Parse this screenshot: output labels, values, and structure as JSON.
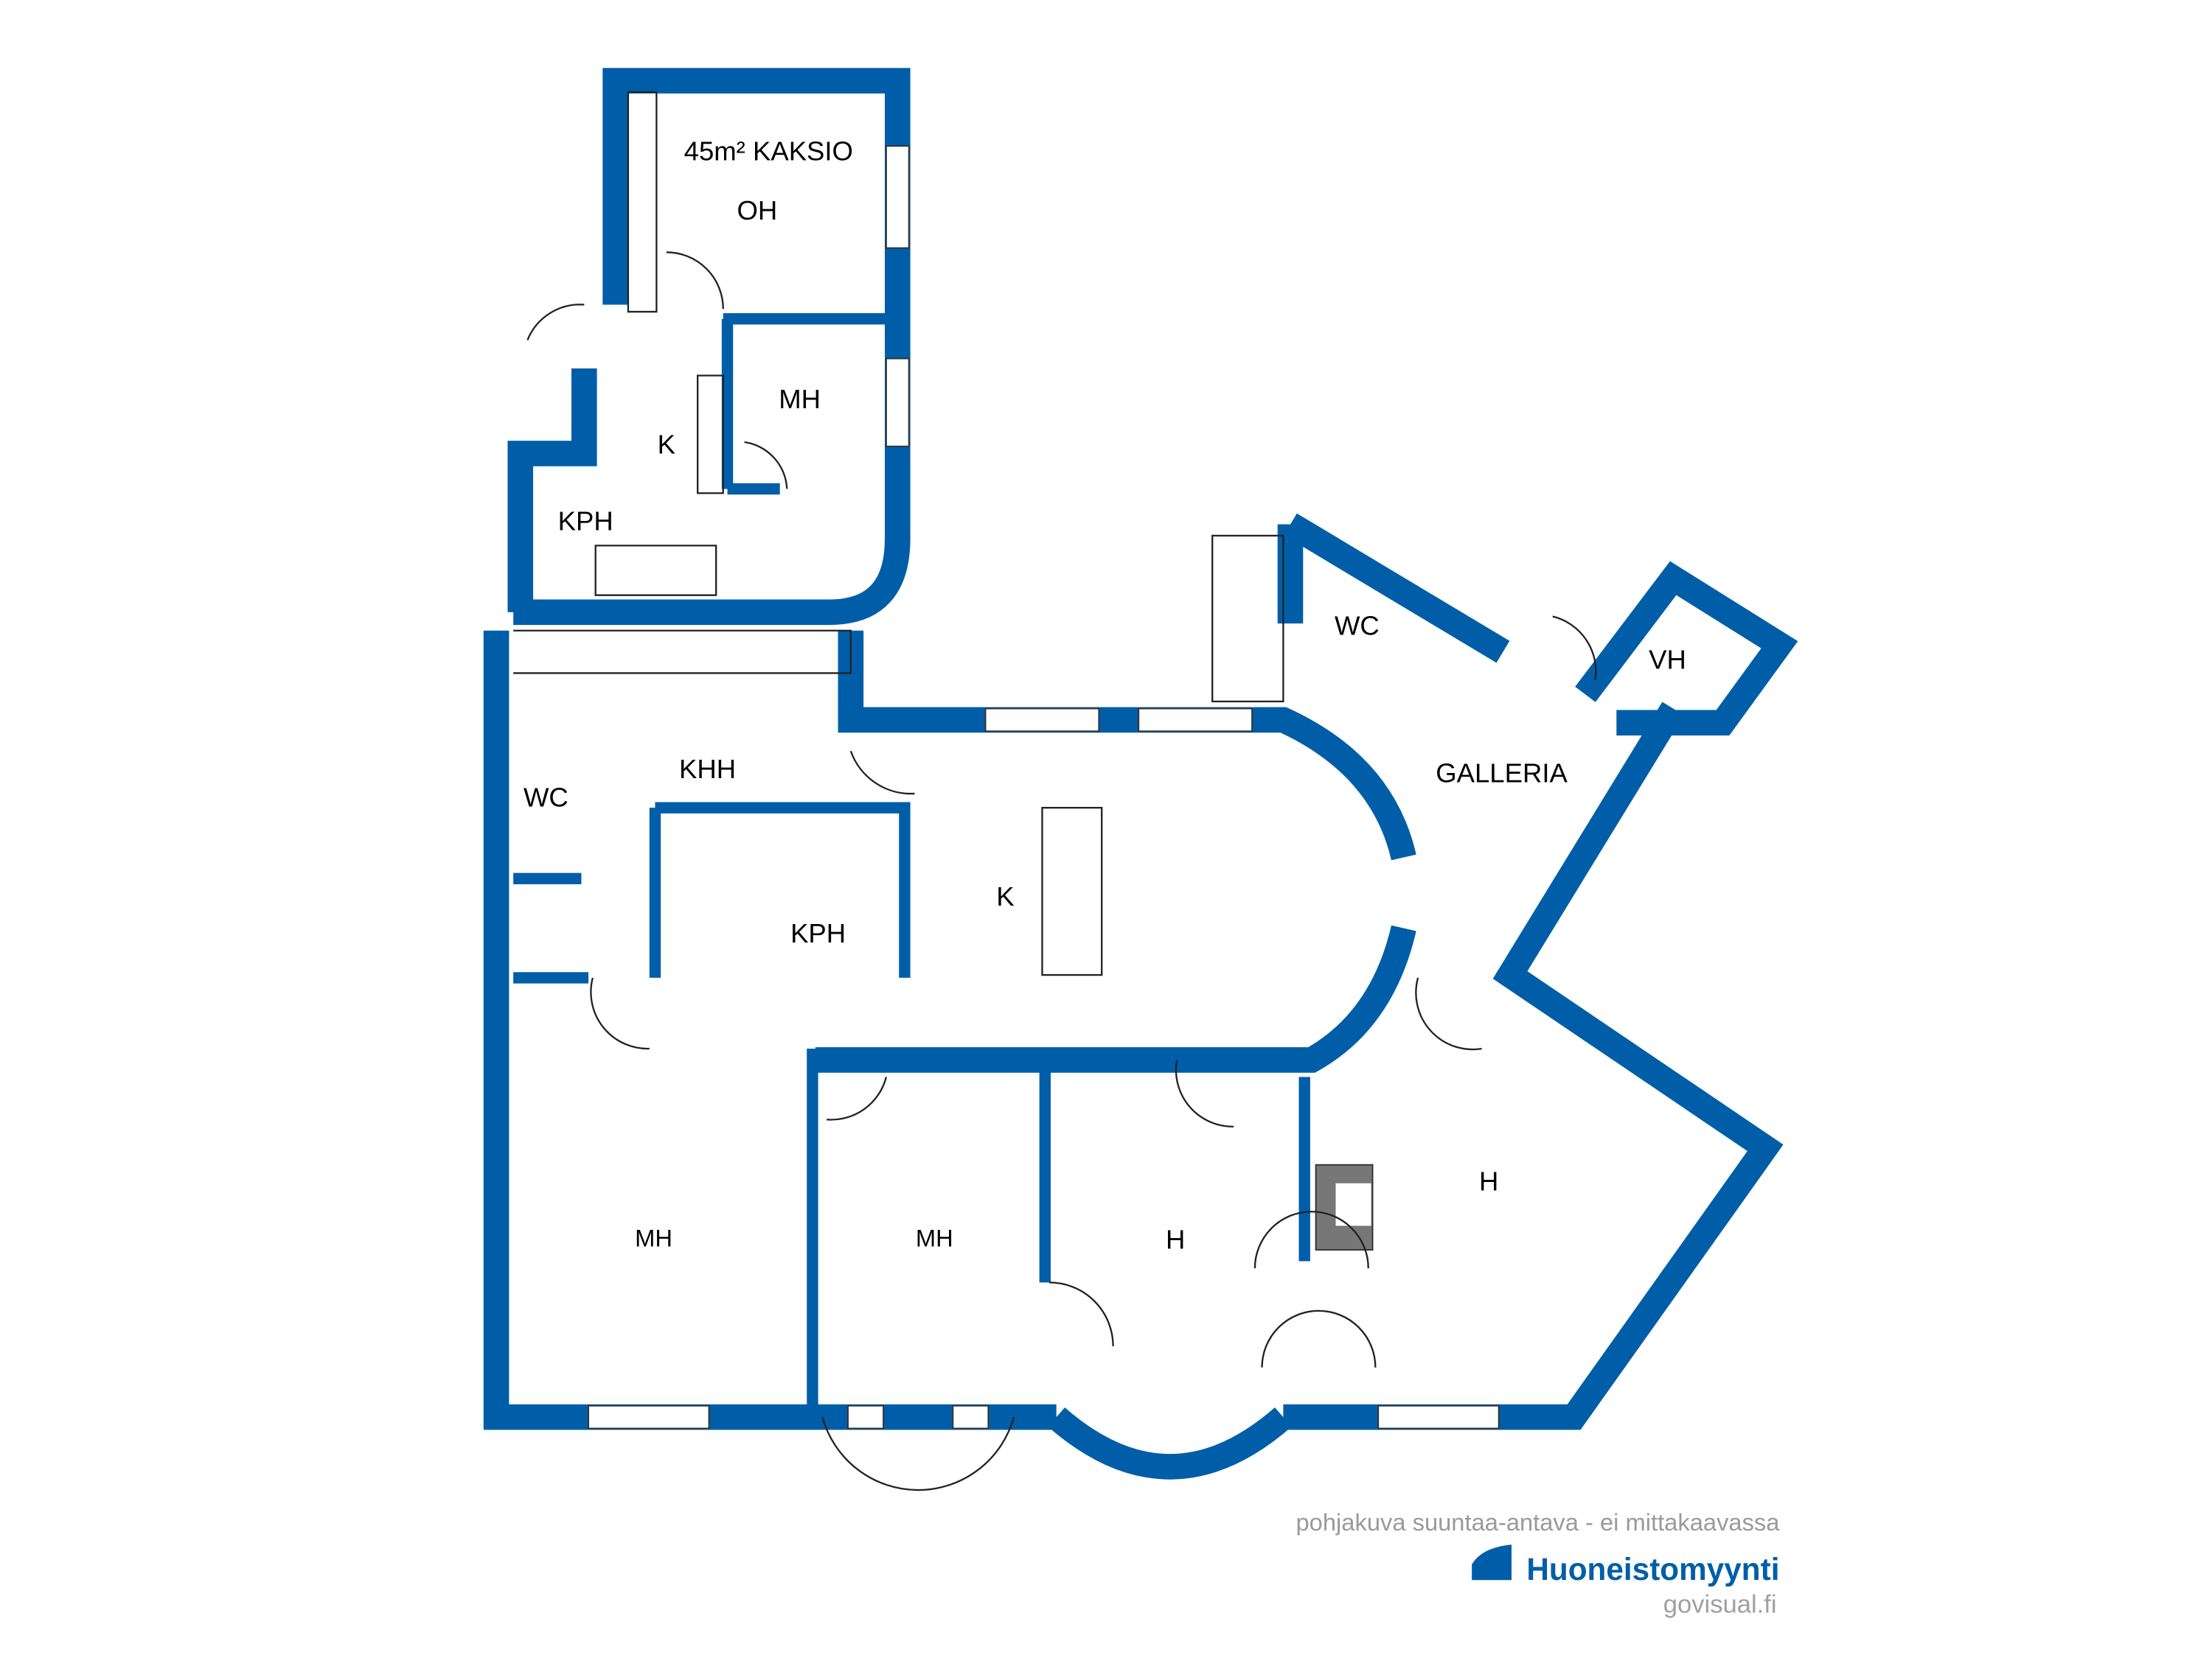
{
  "colors": {
    "wall": "#005ea8",
    "note": "#9a9a9a"
  },
  "rooms": {
    "annex_title": "45m² KAKSIO",
    "annex_oh": "OH",
    "annex_mh": "MH",
    "annex_k": "K",
    "annex_kph": "KPH",
    "wc_top": "WC",
    "vh": "VH",
    "galleria": "GALLERIA",
    "khh": "KHH",
    "wc_left": "WC",
    "kph": "KPH",
    "kitchen": "K",
    "mh_1": "MH",
    "mh_2": "MH",
    "h_1": "H",
    "h_2": "H"
  },
  "footer": {
    "disclaimer": "pohjakuva suuntaa-antava - ei mittakaavassa",
    "brand": "Huoneistomyynti",
    "site": "govisual.fi"
  }
}
